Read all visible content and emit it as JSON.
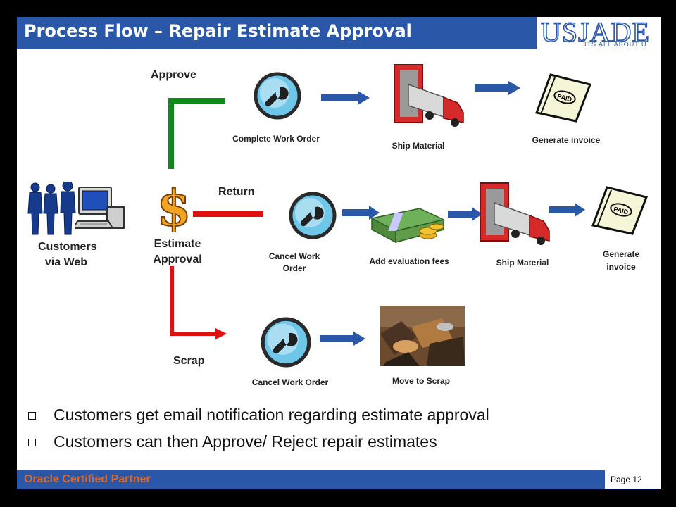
{
  "title": "Process Flow – Repair Estimate Approval",
  "logo": {
    "name": "USJADE",
    "tagline": "ITS ALL ABOUT U"
  },
  "footer": {
    "left": "Oracle Certified Partner",
    "page": "Page 12"
  },
  "flow": {
    "customers": "Customers via Web",
    "estimate": "Estimate Approval",
    "branch_approve": "Approve",
    "branch_return": "Return",
    "branch_scrap": "Scrap",
    "approve_steps": [
      "Complete Work Order",
      "Ship Material",
      "Generate invoice"
    ],
    "return_steps": [
      "Cancel Work Order",
      "Add evaluation fees",
      "Ship Material",
      "Generate invoice"
    ],
    "scrap_steps": [
      "Cancel Work Order",
      "Move to Scrap"
    ]
  },
  "bullets": [
    "Customers get email notification regarding estimate approval",
    "Customers can then Approve/ Reject repair estimates"
  ],
  "colors": {
    "approve": "#0f8a1a",
    "return": "#e01010",
    "scrap": "#e01010",
    "title_bar": "#2b57a8",
    "footer_text": "#e2661e"
  },
  "icons": [
    "people-icon",
    "computer-icon",
    "dollar-icon",
    "wrench-icon",
    "truck-icon",
    "invoice-icon",
    "money-icon",
    "scrap-photo"
  ]
}
